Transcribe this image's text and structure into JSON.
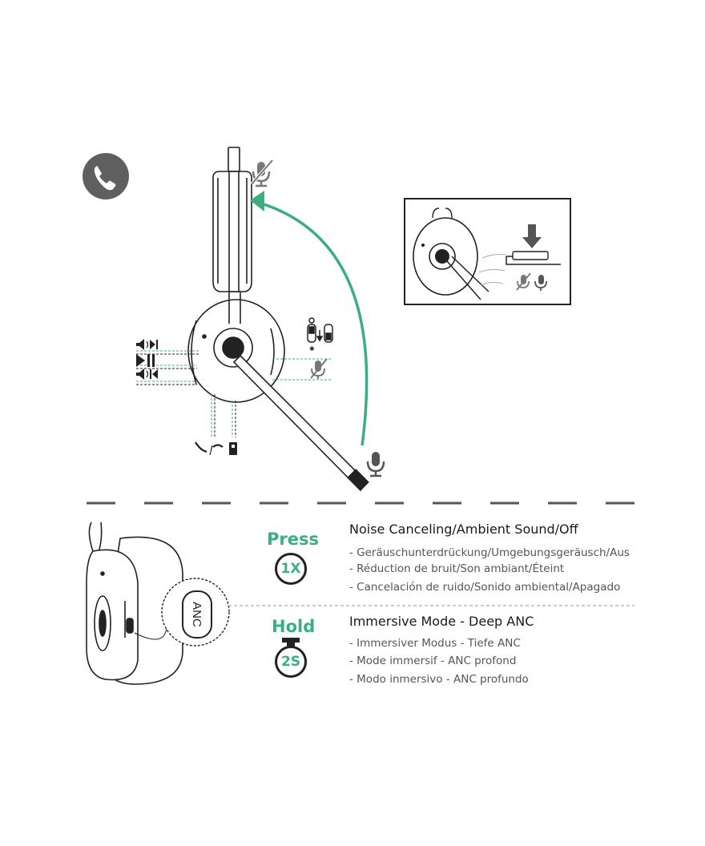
{
  "colors": {
    "accent": "#3dae82",
    "icon_gray": "#5f5f5f",
    "line": "#222222"
  },
  "icons": [
    "phone-call-icon",
    "mic-mute-icon",
    "mic-icon",
    "volume-up-next-icon",
    "play-pause-icon",
    "volume-down-prev-icon",
    "call-answer-hangup-icon",
    "power-switch-icon",
    "press-down-arrow-icon"
  ],
  "anc_button_label": "ANC",
  "press": {
    "action": "Press",
    "count": "1X",
    "title": "Noise Canceling/Ambient Sound/Off",
    "translations": [
      "- Geräuschunterdrückung/Umgebungsgeräusch/Aus",
      "- Réduction de bruit/Son ambiant/Éteint",
      "- Cancelación de ruido/Sonido ambiental/Apagado"
    ]
  },
  "hold": {
    "action": "Hold",
    "count": "2S",
    "title": "Immersive Mode - Deep ANC",
    "translations": [
      "- Immersiver Modus - Tiefe ANC",
      "- Mode immersif - ANC profond",
      "- Modo inmersivo - ANC profundo"
    ]
  }
}
